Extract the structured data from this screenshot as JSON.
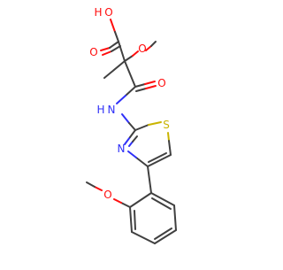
{
  "colors": {
    "bond": "#404040",
    "oxygen": "#ff0d0d",
    "nitrogen": "#2f30f8",
    "sulfur": "#c9b400",
    "background": "#ffffff"
  },
  "atoms": {
    "hydroxyl_h": "H",
    "hydroxyl_o": "O",
    "carbonyl_o1": "O",
    "ether_o1": "O",
    "carbonyl_o2": "O",
    "amide_nh_h": "H",
    "amide_nh_n": "N",
    "thiazole_s": "S",
    "thiazole_n": "N",
    "aryl_ether_o": "O"
  }
}
